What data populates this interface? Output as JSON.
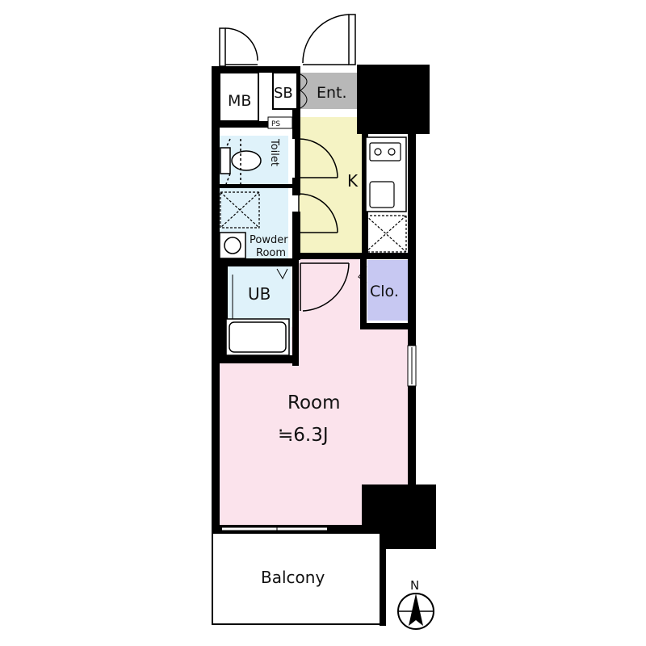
{
  "labels": {
    "mb": "MB",
    "sb": "SB",
    "ent": "Ent.",
    "ps": "PS",
    "toilet": "Toilet",
    "kitchen": "K",
    "powder_room_line1": "Powder",
    "powder_room_line2": "Room",
    "ub": "UB",
    "closet": "Clo.",
    "room": "Room",
    "room_size": "≒6.3J",
    "balcony": "Balcony",
    "north": "N"
  },
  "colors": {
    "wall": "#000000",
    "kitchen": "#f5f3c4",
    "wet_area": "#dff2fa",
    "room": "#fbe3ec",
    "closet": "#c7c8f2",
    "entrance": "#b8b8b8"
  },
  "icons": {
    "stove": "stove-icon",
    "sink": "sink-icon",
    "toilet_bowl": "toilet-icon",
    "basin": "basin-icon",
    "bathtub": "bathtub-icon",
    "compass": "compass-icon"
  }
}
